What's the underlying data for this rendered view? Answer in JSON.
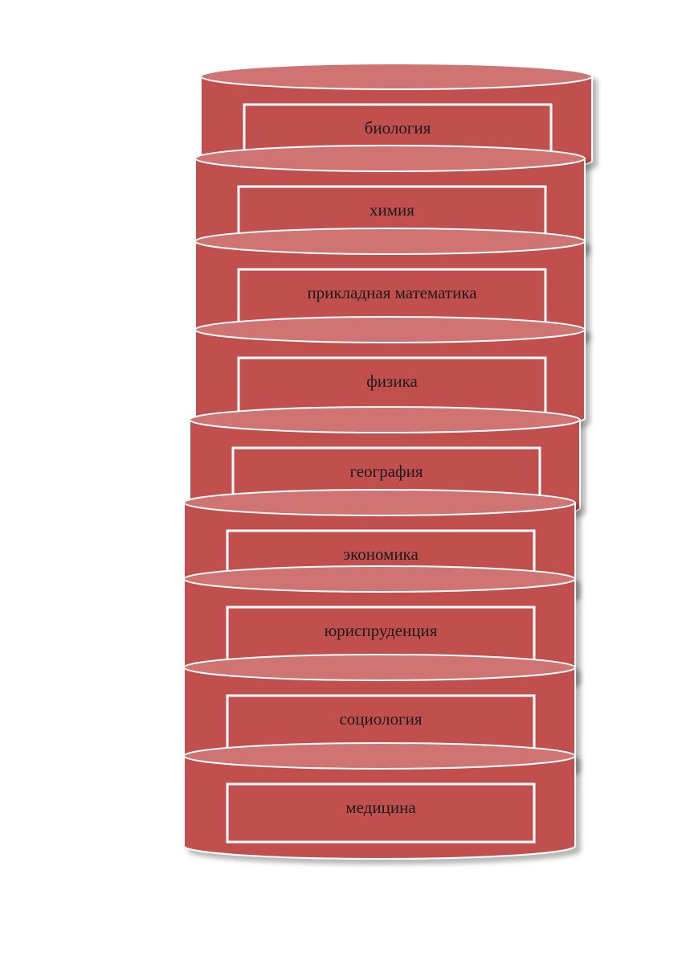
{
  "diagram": {
    "type": "stacked-cylinders",
    "colors": {
      "body": "#c0504d",
      "top": "#d07373",
      "edge": "#ffffff",
      "text": "#1a1a1a"
    },
    "items": [
      {
        "label": "биология"
      },
      {
        "label": "химия"
      },
      {
        "label": "прикладная математика"
      },
      {
        "label": "физика"
      },
      {
        "label": "география"
      },
      {
        "label": "экономика"
      },
      {
        "label": "юриспруденция"
      },
      {
        "label": "социология"
      },
      {
        "label": "медицина"
      }
    ]
  }
}
